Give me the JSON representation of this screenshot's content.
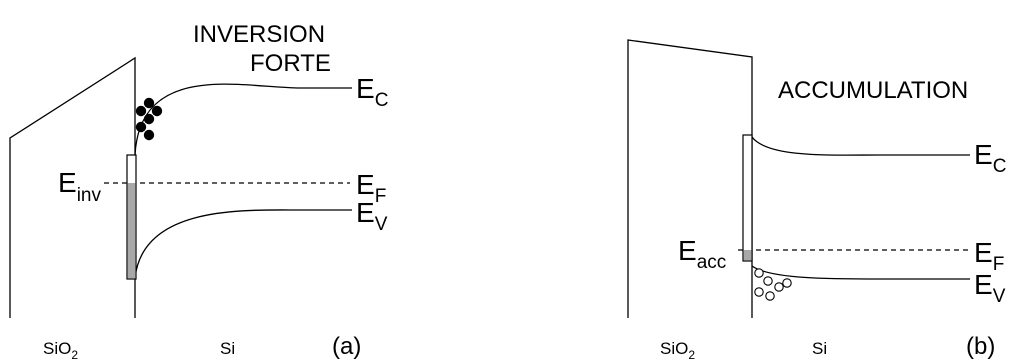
{
  "panel_a": {
    "title_line1": "INVERSION",
    "title_line2": "FORTE",
    "ec": {
      "base": "E",
      "sub": "C"
    },
    "ef": {
      "base": "E",
      "sub": "F"
    },
    "ev": {
      "base": "E",
      "sub": "V"
    },
    "level": {
      "base": "E",
      "sub": "inv"
    },
    "oxide": {
      "base": "SiO",
      "sub": "2"
    },
    "silicon": "Si",
    "panel_label": "(a)"
  },
  "panel_b": {
    "title": "ACCUMULATION",
    "ec": {
      "base": "E",
      "sub": "C"
    },
    "ef": {
      "base": "E",
      "sub": "F"
    },
    "ev": {
      "base": "E",
      "sub": "V"
    },
    "level": {
      "base": "E",
      "sub": "acc"
    },
    "oxide": {
      "base": "SiO",
      "sub": "2"
    },
    "silicon": "Si",
    "panel_label": "(b)"
  },
  "colors": {
    "ink": "#000000",
    "shade": "#a8a8a8",
    "paper": "#ffffff"
  }
}
